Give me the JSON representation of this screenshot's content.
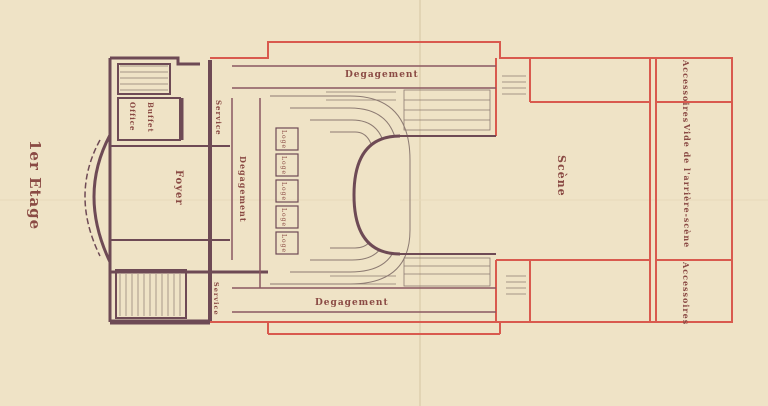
{
  "plan": {
    "floor_title": "1er Etage",
    "rooms": {
      "foyer": "Foyer",
      "buffet": "Buffet",
      "office": "Office",
      "service": "Service",
      "service_low": "Service",
      "degagement_top": "Degagement",
      "degagement_bottom": "Degagement",
      "degagement_side": "Degagement",
      "scene": "Scène",
      "arriere_scene": "Vide de l'arrière-scène",
      "accessoires_top": "Accessoires",
      "accessoires_bottom": "Accessoires",
      "loges": [
        "Loge",
        "Loge",
        "Loge",
        "Loge",
        "Loge"
      ]
    }
  },
  "colors": {
    "paper": "#efe3c6",
    "existing_wall": "#6e4a55",
    "new_wall": "#d95a4e",
    "ink_text": "#8a4a44",
    "seat_line": "#8c7a72"
  }
}
